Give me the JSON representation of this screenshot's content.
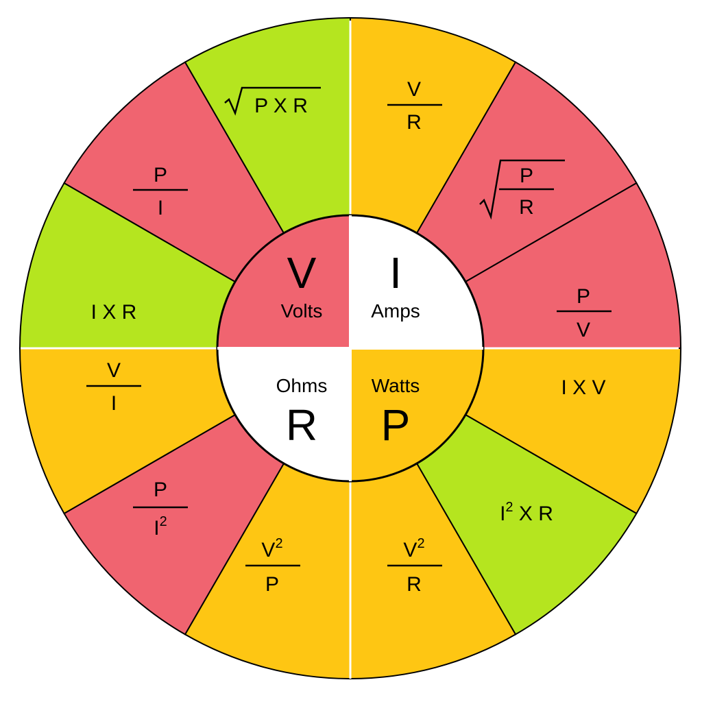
{
  "colors": {
    "red": "#f06470",
    "green": "#b5e51f",
    "amber": "#fec613",
    "white": "#ffffff",
    "outline": "#000000"
  },
  "center": {
    "volts": {
      "symbol": "V",
      "label": "Volts",
      "color": "red"
    },
    "amps": {
      "symbol": "I",
      "label": "Amps",
      "color": "white"
    },
    "ohms": {
      "symbol": "R",
      "label": "Ohms",
      "color": "white"
    },
    "watts": {
      "symbol": "P",
      "label": "Watts",
      "color": "amber"
    }
  },
  "formulas": {
    "amps_v_over_r": {
      "num": "V",
      "den": "R",
      "color": "amber"
    },
    "amps_sqrt_p_over_r": {
      "num": "P",
      "den": "R",
      "color": "red"
    },
    "amps_p_over_v": {
      "num": "P",
      "den": "V",
      "color": "red"
    },
    "watts_i_x_v": {
      "text": "I X V",
      "color": "amber"
    },
    "watts_i2_x_r": {
      "base": "I",
      "exp": "2",
      "rest": " X R",
      "color": "green"
    },
    "watts_v2_over_r": {
      "num_base": "V",
      "num_exp": "2",
      "den": "R",
      "color": "amber"
    },
    "ohms_v2_over_p": {
      "num_base": "V",
      "num_exp": "2",
      "den": "P",
      "color": "amber"
    },
    "ohms_p_over_i2": {
      "num": "P",
      "den_base": "I",
      "den_exp": "2",
      "color": "red"
    },
    "ohms_v_over_i": {
      "num": "V",
      "den": "I",
      "color": "amber"
    },
    "volts_i_x_r": {
      "text": "I X R",
      "color": "green"
    },
    "volts_p_over_i": {
      "num": "P",
      "den": "I",
      "color": "red"
    },
    "volts_sqrt_p_x_r": {
      "text": "P X R",
      "color": "green"
    }
  }
}
